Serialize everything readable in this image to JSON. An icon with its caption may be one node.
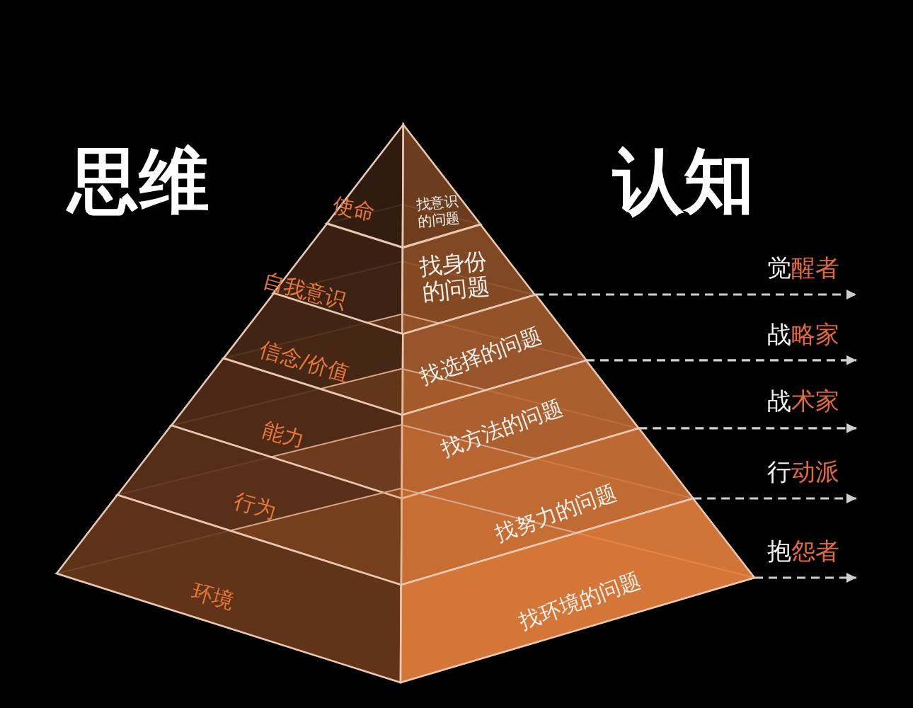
{
  "diagram": {
    "nodes": [
      {
        "text": [
          "使命",
          "找意识的问题"
        ]
      },
      {
        "text": [
          "自我意识",
          "找身份的问题"
        ]
      },
      {
        "text": [
          "信念/价值",
          "找选择的问题"
        ]
      },
      {
        "text": [
          "能力",
          "找方法的问题"
        ]
      },
      {
        "text": [
          "行为",
          "找努力的问题"
        ]
      },
      {
        "text": [
          "环境",
          "找环境的问题"
        ]
      },
      {
        "text": [
          "觉醒者"
        ]
      },
      {
        "text": [
          "战略家"
        ]
      },
      {
        "text": [
          "战术家"
        ]
      },
      {
        "text": [
          "行动派"
        ]
      },
      {
        "text": [
          "抱怨者"
        ]
      }
    ],
    "edges": [
      {
        "from": 1,
        "to": 6,
        "arrow": "to",
        "style": "dashed"
      },
      {
        "from": 2,
        "to": 7,
        "arrow": "to",
        "style": "dashed"
      },
      {
        "from": 3,
        "to": 8,
        "arrow": "to",
        "style": "dashed"
      },
      {
        "from": 4,
        "to": 9,
        "arrow": "to",
        "style": "dashed"
      },
      {
        "from": 5,
        "to": 10,
        "arrow": "to",
        "style": "dashed"
      }
    ],
    "labels": [
      "思维",
      "认知"
    ]
  }
}
